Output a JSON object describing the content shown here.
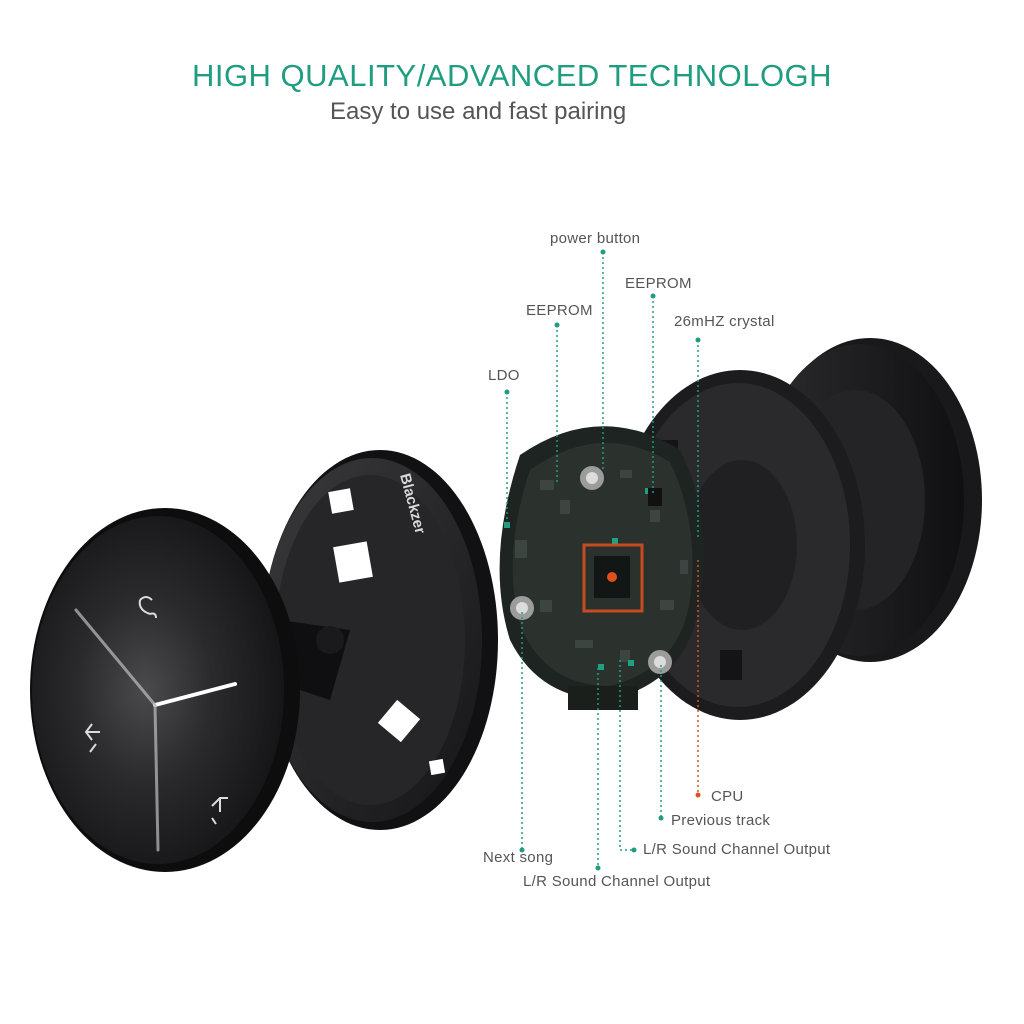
{
  "header": {
    "title": "HIGH QUALITY/ADVANCED TECHNOLOGH",
    "subtitle": "Easy to use and fast pairing"
  },
  "product": {
    "brand_engraving": "Blackzer",
    "description_of_view": ""
  },
  "callouts": {
    "power_button": "power button",
    "eeprom_left": "EEPROM",
    "eeprom_right": "EEPROM",
    "crystal": "26mHZ crystal",
    "ldo": "LDO",
    "cpu": "CPU",
    "previous_track": "Previous track",
    "lr_output_1": "L/R Sound Channel Output",
    "next_song": "Next song",
    "lr_output_2": "L/R Sound Channel Output"
  },
  "colors": {
    "accent_green": "#1f9d80",
    "cpu_orange": "#e0501f",
    "metal_dark": "#1b1b1d",
    "pcb_dark": "#1e2421"
  }
}
